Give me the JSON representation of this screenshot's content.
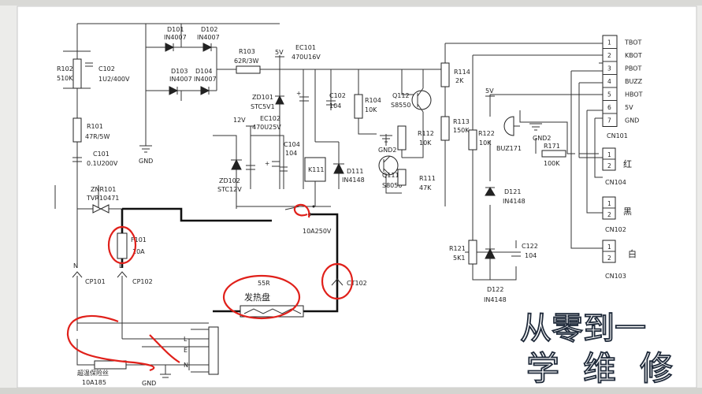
{
  "components": {
    "r102": {
      "ref": "R102",
      "value": "510K"
    },
    "c102a": {
      "ref": "C102",
      "value": "1U2/400V"
    },
    "d101": {
      "ref": "D101",
      "value": "IN4007"
    },
    "d102": {
      "ref": "D102",
      "value": "IN4007"
    },
    "d103": {
      "ref": "D103",
      "value": "IN4007"
    },
    "d104": {
      "ref": "D104",
      "value": "IN4007"
    },
    "r103": {
      "ref": "R103",
      "value": "62R/3W"
    },
    "ec101": {
      "ref": "EC101",
      "value": "470U16V"
    },
    "zd101": {
      "ref": "ZD101",
      "value": "STC5V1"
    },
    "c102b": {
      "ref": "C102",
      "value": "104"
    },
    "r104": {
      "ref": "R104",
      "value": "10K"
    },
    "q112": {
      "ref": "Q112",
      "value": "S8550"
    },
    "r114": {
      "ref": "R114",
      "value": "2K"
    },
    "r113": {
      "ref": "R113",
      "value": "150K"
    },
    "r101": {
      "ref": "R101",
      "value": "47R/5W"
    },
    "ec102": {
      "ref": "EC102",
      "value": "470U25V"
    },
    "c104": {
      "ref": "C104",
      "value": "104"
    },
    "k111": {
      "ref": "K111"
    },
    "d111": {
      "ref": "D111",
      "value": "IN4148"
    },
    "r112": {
      "ref": "R112",
      "value": "10K"
    },
    "q111": {
      "ref": "Q111",
      "value": "S8050"
    },
    "r111": {
      "ref": "R111",
      "value": "47K"
    },
    "c101": {
      "ref": "C101",
      "value": "0.1U200V"
    },
    "znr101": {
      "ref": "ZNR101",
      "value": "TVR10471"
    },
    "zd102": {
      "ref": "ZD102",
      "value": "STC12V"
    },
    "r122": {
      "ref": "R122",
      "value": "10K"
    },
    "buz171": {
      "ref": "BUZ171"
    },
    "r171": {
      "ref": "R171",
      "value": "100K"
    },
    "d121": {
      "ref": "D121",
      "value": "IN4148"
    },
    "r121": {
      "ref": "R121",
      "value": "5K1"
    },
    "c122": {
      "ref": "C122",
      "value": "104"
    },
    "d122": {
      "ref": "D122",
      "value": "IN4148"
    },
    "f101": {
      "ref": "F101",
      "value": "10A"
    },
    "relay_contact": {
      "value": "10A250V"
    },
    "heater": {
      "value": "55R",
      "label": "发热盘"
    },
    "fuse_thermal": {
      "label": "超温保险丝",
      "value": "10A185"
    },
    "cp101": {
      "ref": "CP101",
      "pin": "N"
    },
    "cp102": {
      "ref": "CP102",
      "pin": "L"
    },
    "ct102": {
      "ref": "CT102"
    }
  },
  "net_labels": {
    "v5a": "5V",
    "v5b": "5V",
    "v12": "12V",
    "gnd1": "GND",
    "gnd2": "GND2",
    "gnd3": "GND2",
    "gnd4": "GND"
  },
  "socket": {
    "l": "L",
    "e": "E",
    "n": "N"
  },
  "connectors": {
    "cn101": {
      "ref": "CN101",
      "pins": [
        "1",
        "2",
        "3",
        "4",
        "5",
        "6",
        "7"
      ],
      "signals": [
        "TBOT",
        "KBOT",
        "PBOT",
        "BUZZ",
        "HBOT",
        "5V",
        "GND"
      ]
    },
    "cn104": {
      "ref": "CN104",
      "pins": [
        "1",
        "2"
      ],
      "label": "红"
    },
    "cn102": {
      "ref": "CN102",
      "pins": [
        "1",
        "2"
      ],
      "label": "黑"
    },
    "cn103": {
      "ref": "CN103",
      "pins": [
        "1",
        "2"
      ],
      "label": "白"
    }
  },
  "watermark": {
    "line1": "从零到一",
    "line2": "学维修"
  }
}
